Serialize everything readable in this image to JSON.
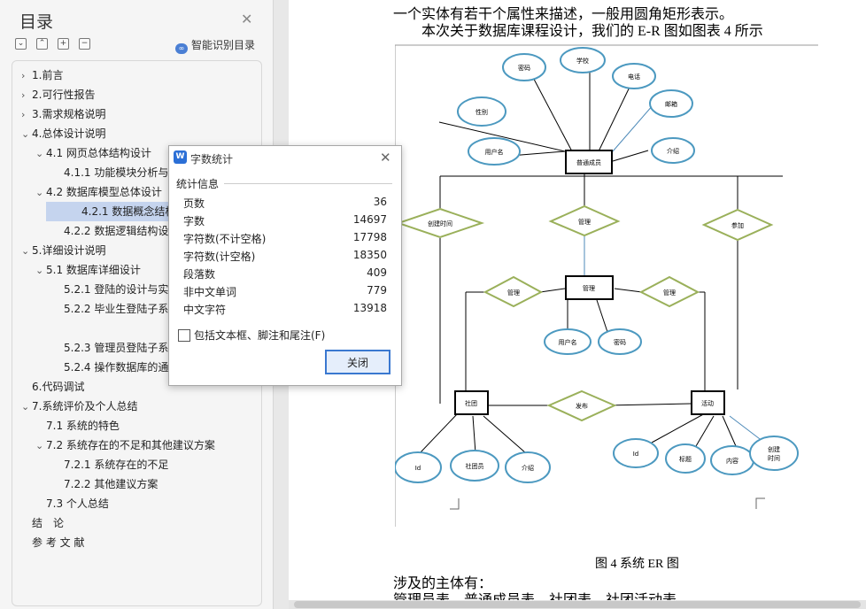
{
  "toc": {
    "title": "目录",
    "smart_label": "智能识别目录",
    "items": [
      {
        "label": "1.前言",
        "caret": "›",
        "level": 0
      },
      {
        "label": "2.可行性报告",
        "caret": "›",
        "level": 0
      },
      {
        "label": "3.需求规格说明",
        "caret": "›",
        "level": 0
      },
      {
        "label": "4.总体设计说明",
        "caret": "⌄",
        "level": 0
      },
      {
        "label": "4.1  网页总体结构设计",
        "caret": "⌄",
        "level": 1
      },
      {
        "label": "4.1.1   功能模块分析与",
        "caret": "",
        "level": 2
      },
      {
        "label": "4.2  数据库模型总体设计",
        "caret": "⌄",
        "level": 1
      },
      {
        "label": "4.2.1   数据概念结构设",
        "caret": "",
        "level": 2,
        "selected": true
      },
      {
        "label": "4.2.2 数据逻辑结构设计",
        "caret": "",
        "level": 2
      },
      {
        "label": "5.详细设计说明",
        "caret": "⌄",
        "level": 0
      },
      {
        "label": "5.1 数据库详细设计",
        "caret": "⌄",
        "level": 1
      },
      {
        "label": "5.2.1   登陆的设计与实",
        "caret": "",
        "level": 2
      },
      {
        "label": "5.2.2  毕业生登陆子系",
        "caret": "",
        "level": 2
      },
      {
        "label": "5.2.3   管理员登陆子系",
        "caret": "",
        "level": 2
      },
      {
        "label": "5.2.4   操作数据库的通",
        "caret": "",
        "level": 2
      },
      {
        "label": "6.代码调试",
        "caret": "",
        "level": 0
      },
      {
        "label": "7.系统评价及个人总结",
        "caret": "⌄",
        "level": 0
      },
      {
        "label": "7.1   系统的特色",
        "caret": "",
        "level": 1
      },
      {
        "label": "7.2   系统存在的不足和其他建议方案",
        "caret": "⌄",
        "level": 1
      },
      {
        "label": "7.2.1   系统存在的不足",
        "caret": "",
        "level": 2
      },
      {
        "label": "7.2.2   其他建议方案",
        "caret": "",
        "level": 2
      },
      {
        "label": "7.3  个人总结",
        "caret": "",
        "level": 1
      },
      {
        "label": "结　论",
        "caret": "",
        "level": 0
      },
      {
        "label": "参 考 文 献",
        "caret": "",
        "level": 0
      }
    ]
  },
  "doc": {
    "line1": "一个实体有若干个属性来描述，一般用圆角矩形表示。",
    "line2": "本次关于数据库课程设计，我们的 E-R 图如图表 4 所示",
    "caption": "图 4  系统 ER 图",
    "line3": "涉及的主体有：",
    "line4": "管理员表、普通成员表、社团表、社团活动表。"
  },
  "er": {
    "entities": {
      "member": "普通成员",
      "admin": "管理",
      "club": "社团",
      "activity": "活动"
    },
    "relations": {
      "create_time": "创建时间",
      "manage_top": "管理",
      "join": "参加",
      "manage_left": "管理",
      "manage_right": "管理",
      "publish": "发布"
    },
    "attrs": {
      "pwd1": "密码",
      "school": "学校",
      "phone": "电话",
      "gender": "性别",
      "email": "邮箱",
      "username1": "用户名",
      "intro1": "介绍",
      "username2": "用户名",
      "pwd2": "密码",
      "club_id": "Id",
      "club_member": "社团员",
      "club_intro": "介绍",
      "act_id": "Id",
      "act_title": "标题",
      "act_content": "内容",
      "act_created1": "创建",
      "act_created2": "时间"
    }
  },
  "dialog": {
    "title": "字数统计",
    "section": "统计信息",
    "stats": [
      {
        "label": "页数",
        "value": "36"
      },
      {
        "label": "字数",
        "value": "14697"
      },
      {
        "label": "字符数(不计空格)",
        "value": "17798"
      },
      {
        "label": "字符数(计空格)",
        "value": "18350"
      },
      {
        "label": "段落数",
        "value": "409"
      },
      {
        "label": "非中文单词",
        "value": "779"
      },
      {
        "label": "中文字符",
        "value": "13918"
      }
    ],
    "checkbox_label": "包括文本框、脚注和尾注(F)",
    "close_label": "关闭"
  }
}
